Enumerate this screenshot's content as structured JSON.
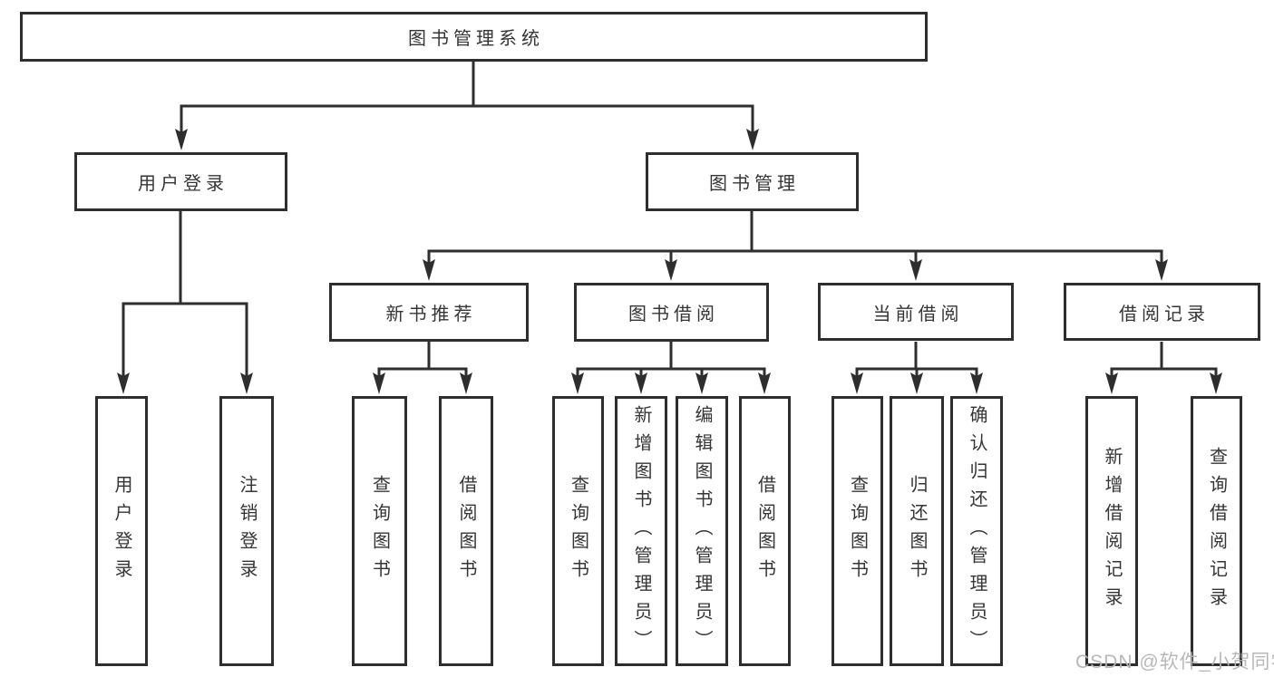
{
  "diagram": {
    "root": {
      "label": "图书管理系统"
    },
    "branches": [
      {
        "label": "用户登录",
        "children": [
          {
            "label": "用户登录"
          },
          {
            "label": "注销登录"
          }
        ]
      },
      {
        "label": "图书管理",
        "children": [
          {
            "label": "新书推荐",
            "children": [
              {
                "label": "查询图书"
              },
              {
                "label": "借阅图书"
              }
            ]
          },
          {
            "label": "图书借阅",
            "children": [
              {
                "label": "查询图书"
              },
              {
                "label": "新增图书（管理员）"
              },
              {
                "label": "编辑图书（管理员）"
              },
              {
                "label": "借阅图书"
              }
            ]
          },
          {
            "label": "当前借阅",
            "children": [
              {
                "label": "查询图书"
              },
              {
                "label": "归还图书"
              },
              {
                "label": "确认归还（管理员）"
              }
            ]
          },
          {
            "label": "借阅记录",
            "children": [
              {
                "label": "新增借阅记录"
              },
              {
                "label": "查询借阅记录"
              }
            ]
          }
        ]
      }
    ]
  },
  "watermark": {
    "text": "CSDN @软件_小贺同学"
  },
  "colors": {
    "line": "#2e2e2e",
    "box_border": "#2e2e2e",
    "text": "#353535",
    "watermark": "#b5b5b5",
    "background": "#ffffff"
  }
}
